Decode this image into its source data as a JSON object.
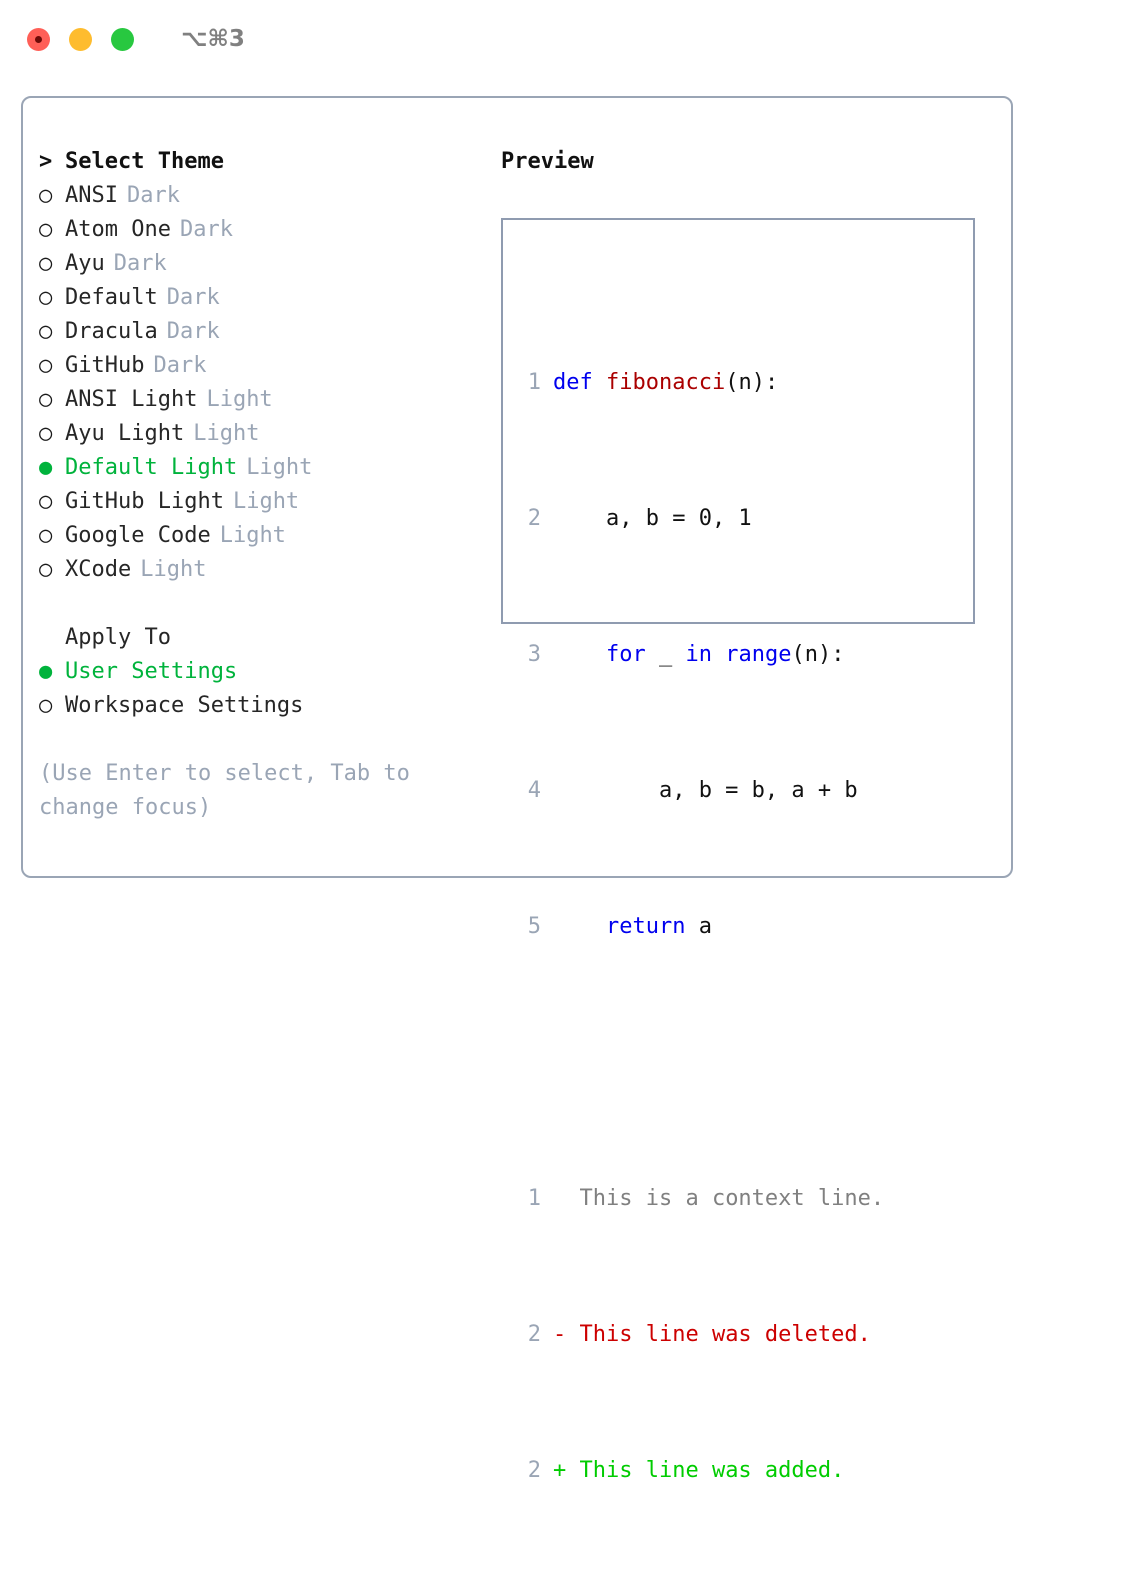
{
  "titlebar": {
    "lights": [
      {
        "name": "close-button",
        "color": "#ff5f57"
      },
      {
        "name": "minimize-button",
        "color": "#febc2e"
      },
      {
        "name": "maximize-button",
        "color": "#28c840"
      }
    ],
    "shortcut": "⌥⌘3"
  },
  "theme_panel": {
    "header": {
      "marker": ">",
      "label": "Select Theme"
    },
    "items": [
      {
        "marker": "○",
        "label": "ANSI",
        "variant": "Dark",
        "selected": false
      },
      {
        "marker": "○",
        "label": "Atom One",
        "variant": "Dark",
        "selected": false
      },
      {
        "marker": "○",
        "label": "Ayu",
        "variant": "Dark",
        "selected": false
      },
      {
        "marker": "○",
        "label": "Default",
        "variant": "Dark",
        "selected": false
      },
      {
        "marker": "○",
        "label": "Dracula",
        "variant": "Dark",
        "selected": false
      },
      {
        "marker": "○",
        "label": "GitHub",
        "variant": "Dark",
        "selected": false
      },
      {
        "marker": "○",
        "label": "ANSI Light",
        "variant": "Light",
        "selected": false
      },
      {
        "marker": "○",
        "label": "Ayu Light",
        "variant": "Light",
        "selected": false
      },
      {
        "marker": "●",
        "label": "Default Light",
        "variant": "Light",
        "selected": true
      },
      {
        "marker": "○",
        "label": "GitHub Light",
        "variant": "Light",
        "selected": false
      },
      {
        "marker": "○",
        "label": "Google Code",
        "variant": "Light",
        "selected": false
      },
      {
        "marker": "○",
        "label": "XCode",
        "variant": "Light",
        "selected": false
      }
    ]
  },
  "apply_to": {
    "header": {
      "marker": "",
      "label": "Apply To"
    },
    "items": [
      {
        "marker": "●",
        "label": "User Settings",
        "selected": true
      },
      {
        "marker": "○",
        "label": "Workspace Settings",
        "selected": false
      }
    ]
  },
  "hint": "(Use Enter to select, Tab to change focus)",
  "preview": {
    "title": "Preview",
    "code_lines": [
      {
        "num": "1",
        "tokens": [
          {
            "t": "def ",
            "c": "kw"
          },
          {
            "t": "fibonacci",
            "c": "fn"
          },
          {
            "t": "(n):",
            "c": "plain"
          }
        ]
      },
      {
        "num": "2",
        "tokens": [
          {
            "t": "    a, b = 0, 1",
            "c": "plain"
          }
        ]
      },
      {
        "num": "3",
        "tokens": [
          {
            "t": "    ",
            "c": "plain"
          },
          {
            "t": "for",
            "c": "kw"
          },
          {
            "t": " _ ",
            "c": "plain"
          },
          {
            "t": "in",
            "c": "kw"
          },
          {
            "t": " ",
            "c": "plain"
          },
          {
            "t": "range",
            "c": "kw"
          },
          {
            "t": "(n):",
            "c": "plain"
          }
        ]
      },
      {
        "num": "4",
        "tokens": [
          {
            "t": "        a, b = b, a + b",
            "c": "plain"
          }
        ]
      },
      {
        "num": "5",
        "tokens": [
          {
            "t": "    ",
            "c": "plain"
          },
          {
            "t": "return",
            "c": "kw"
          },
          {
            "t": " a",
            "c": "plain"
          }
        ]
      }
    ],
    "diff_lines": [
      {
        "num": "1",
        "sign": " ",
        "text": " This is a context line.",
        "kind": "ctx"
      },
      {
        "num": "2",
        "sign": "-",
        "text": " This line was deleted.",
        "kind": "del"
      },
      {
        "num": "2",
        "sign": "+",
        "text": " This line was added.",
        "kind": "add"
      }
    ]
  },
  "colors": {
    "accent_green": "#00b33c",
    "muted": "#9aa5b5",
    "keyword_blue": "#0000ee",
    "function_red": "#aa0000",
    "diff_delete": "#cc0000",
    "diff_add": "#00cc00",
    "border": "#9aa5b5"
  }
}
